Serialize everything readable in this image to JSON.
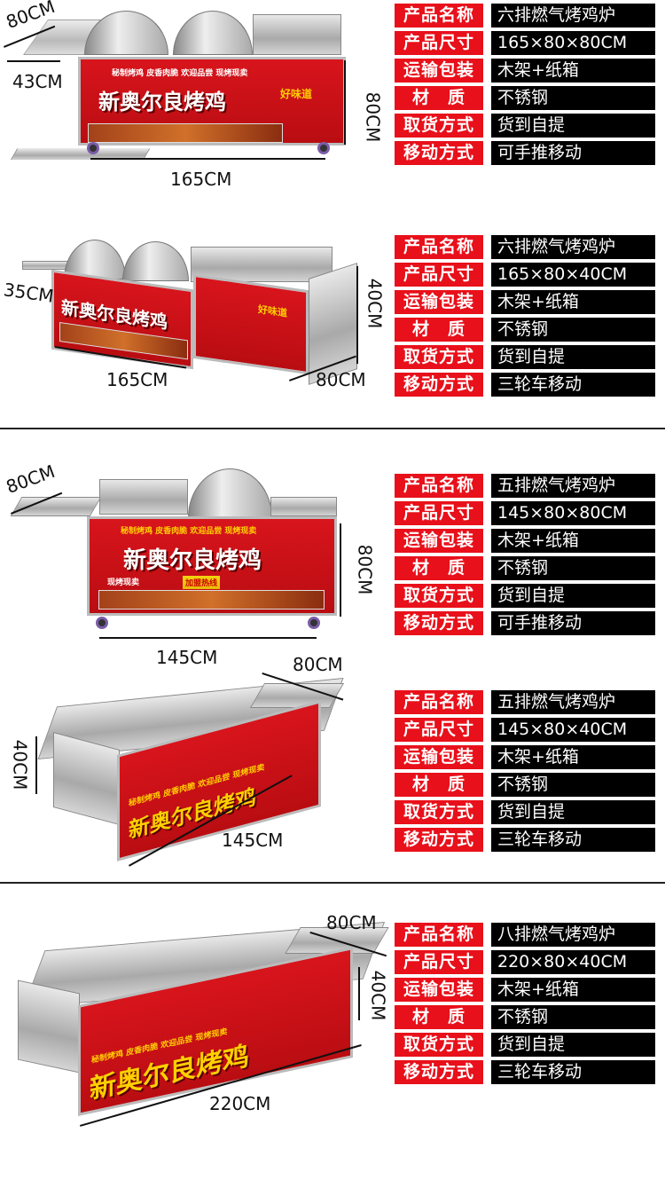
{
  "spec_labels": [
    "产品名称",
    "产品尺寸",
    "运输包装",
    "材　质",
    "取货方式",
    "移动方式"
  ],
  "products": [
    {
      "values": [
        "六排燃气烤鸡炉",
        "165×80×80CM",
        "木架+纸箱",
        "不锈钢",
        "货到自提",
        "可手推移动"
      ],
      "dims": [
        "80CM",
        "43CM",
        "165CM",
        "80CM"
      ]
    },
    {
      "values": [
        "六排燃气烤鸡炉",
        "165×80×40CM",
        "木架+纸箱",
        "不锈钢",
        "货到自提",
        "三轮车移动"
      ],
      "dims": [
        "35CM",
        "165CM",
        "80CM",
        "40CM"
      ]
    },
    {
      "values": [
        "五排燃气烤鸡炉",
        "145×80×80CM",
        "木架+纸箱",
        "不锈钢",
        "货到自提",
        "可手推移动"
      ],
      "dims": [
        "80CM",
        "145CM",
        "80CM"
      ]
    },
    {
      "values": [
        "五排燃气烤鸡炉",
        "145×80×40CM",
        "木架+纸箱",
        "不锈钢",
        "货到自提",
        "三轮车移动"
      ],
      "dims": [
        "80CM",
        "40CM",
        "145CM"
      ]
    },
    {
      "values": [
        "八排燃气烤鸡炉",
        "220×80×40CM",
        "木架+纸箱",
        "不锈钢",
        "货到自提",
        "三轮车移动"
      ],
      "dims": [
        "80CM",
        "40CM",
        "220CM"
      ]
    }
  ],
  "panel": {
    "brand": "新奥尔良烤鸡",
    "slogan": "秘制烤鸡 皮香肉脆 欢迎品尝 现烤现卖",
    "sub": "现烤现卖",
    "hot": "加盟热线",
    "tag": "好味道"
  },
  "colors": {
    "label_bg": "#e8101a",
    "value_bg": "#000000",
    "panel_red": "#d8141c"
  }
}
